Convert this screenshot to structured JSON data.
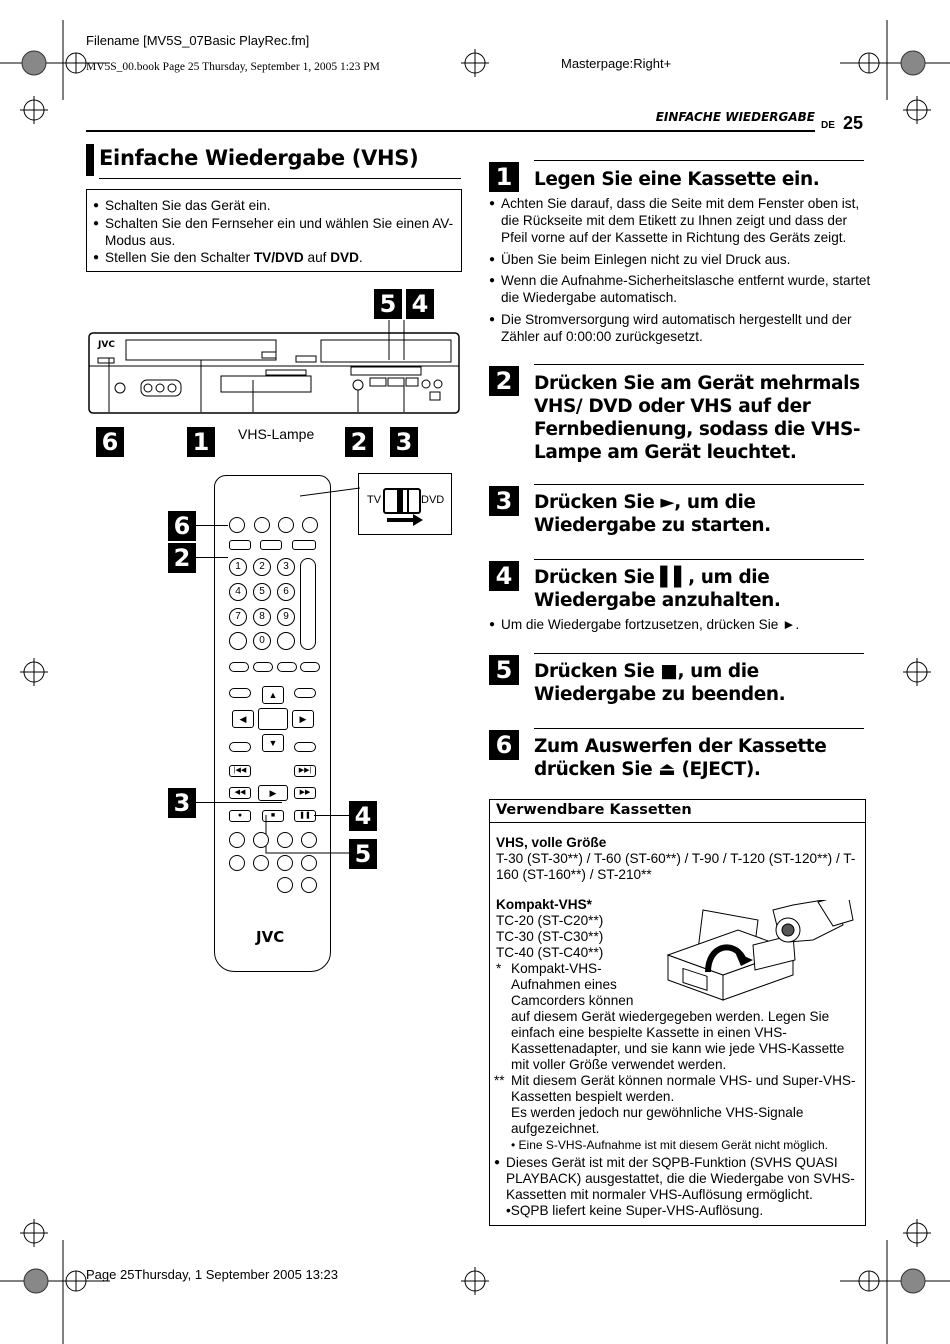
{
  "header": {
    "filename": "Filename [MV5S_07Basic PlayRec.fm]",
    "bookline": "MV5S_00.book  Page 25  Thursday, September 1, 2005  1:23 PM",
    "masterpage": "Masterpage:Right+",
    "section": "EINFACHE WIEDERGABE",
    "lang": "DE",
    "page": "25"
  },
  "left": {
    "title": "Einfache Wiedergabe (VHS)",
    "prep": [
      "Schalten Sie das Gerät ein.",
      "Schalten Sie den Fernseher ein und wählen Sie einen AV-Modus aus.",
      "Stellen Sie den Schalter TV/DVD auf DVD."
    ],
    "prep3_parts": [
      "Stellen Sie den Schalter ",
      "TV/DVD",
      " auf ",
      "DVD",
      "."
    ],
    "vcr_label": "VHS-Lampe",
    "brand": "JVC",
    "switch_tv": "TV",
    "switch_dvd": "DVD",
    "callouts": [
      "5",
      "4",
      "6",
      "1",
      "2",
      "3"
    ],
    "remote_callouts": [
      "6",
      "2",
      "3",
      "4",
      "5"
    ],
    "keypad": [
      "1",
      "2",
      "3",
      "4",
      "5",
      "6",
      "7",
      "8",
      "9",
      "0"
    ]
  },
  "steps": [
    {
      "num": "1",
      "title": "Legen Sie eine Kassette ein.",
      "bullets": [
        "Achten Sie darauf, dass die Seite mit dem Fenster oben ist, die Rückseite mit dem Etikett zu Ihnen zeigt und dass der Pfeil vorne auf der Kassette in Richtung des Geräts zeigt.",
        "Üben Sie beim Einlegen nicht zu viel Druck aus.",
        "Wenn die Aufnahme-Sicherheitslasche entfernt wurde, startet die Wiedergabe automatisch.",
        "Die Stromversorgung wird automatisch hergestellt und der Zähler auf 0:00:00 zurückgesetzt."
      ]
    },
    {
      "num": "2",
      "title": "Drücken Sie am Gerät mehrmals VHS/ DVD oder VHS auf der Fernbedienung, sodass die VHS-Lampe am Gerät leuchtet."
    },
    {
      "num": "3",
      "title": "Drücken Sie ►, um die Wiedergabe zu starten."
    },
    {
      "num": "4",
      "title": "Drücken Sie ▌▌, um die Wiedergabe anzuhalten.",
      "bullets": [
        "Um die Wiedergabe fortzusetzen, drücken Sie ►."
      ]
    },
    {
      "num": "5",
      "title": "Drücken Sie ■, um die Wiedergabe zu beenden."
    },
    {
      "num": "6",
      "title": "Zum Auswerfen der Kassette drücken Sie ⏏ (EJECT)."
    }
  ],
  "box": {
    "heading": "Verwendbare Kassetten",
    "vhs_head": "VHS, volle Größe",
    "vhs_text": "T-30 (ST-30**) / T-60 (ST-60**) / T-90 / T-120 (ST-120**) / T-160 (ST-160**) / ST-210**",
    "compact_head": "Kompakt-VHS*",
    "compact_items": [
      "TC-20 (ST-C20**)",
      "TC-30 (ST-C30**)",
      "TC-40 (ST-C40**)"
    ],
    "note1_mark": "*",
    "note1_short": [
      "Kompakt-VHS-",
      "Aufnahmen eines",
      "Camcorders können"
    ],
    "note1_cont": "auf diesem Gerät wiedergegeben werden. Legen Sie einfach eine bespielte Kassette in einen VHS-Kassettenadapter, und sie kann wie jede VHS-Kassette mit voller Größe verwendet werden.",
    "note2_mark": "**",
    "note2": "Mit diesem Gerät können normale VHS- und Super-VHS-Kassetten bespielt werden.",
    "note2b": "Es werden jedoch nur gewöhnliche VHS-Signale aufgezeichnet.",
    "note2c": "• Eine S-VHS-Aufnahme ist mit diesem Gerät nicht möglich.",
    "bullet": "Dieses Gerät ist mit der SQPB-Funktion (SVHS QUASI PLAYBACK) ausgestattet, die die Wiedergabe von SVHS-Kassetten mit normaler VHS-Auflösung ermöglicht.",
    "sub": "•SQPB liefert keine Super-VHS-Auflösung."
  },
  "footer": "Page 25Thursday, 1 September 2005  13:23"
}
